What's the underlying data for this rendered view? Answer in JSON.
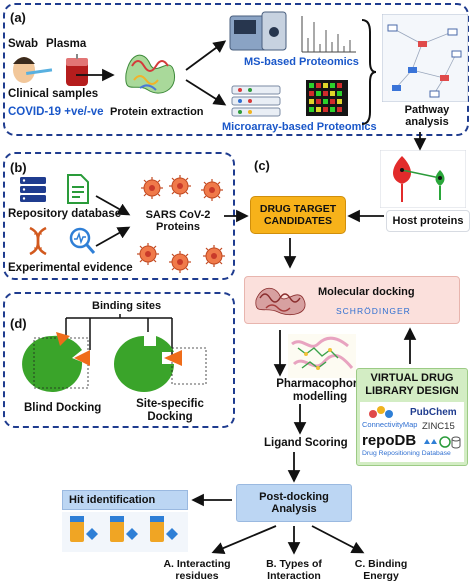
{
  "panels": {
    "a": "(a)",
    "b": "(b)",
    "c": "(c)",
    "d": "(d)"
  },
  "panel_a": {
    "swab": "Swab",
    "plasma": "Plasma",
    "clinical_samples": "Clinical samples",
    "covid_status": "COVID-19 +ve/-ve",
    "protein_extraction": "Protein extraction",
    "ms_proteomics": "MS-based Proteomics",
    "microarray_proteomics": "Microarray-based Proteomics",
    "pathway_analysis": "Pathway analysis"
  },
  "panel_b": {
    "repository_database": "Repository database",
    "experimental_evidence": "Experimental evidence",
    "sars_proteins": "SARS CoV-2 Proteins"
  },
  "panel_c": {
    "drug_target": "DRUG TARGET CANDIDATES",
    "host_proteins": "Host proteins",
    "molecular_docking": "Molecular docking",
    "schrodinger": "SCHRÖDINGER",
    "pharmacophore": "Pharmacophore modelling",
    "ligand_scoring": "Ligand Scoring",
    "post_docking": "Post-docking Analysis",
    "hit_identification": "Hit identification",
    "vdl_title": "VIRTUAL DRUG LIBRARY DESIGN",
    "connectivity_map": "ConnectivityMap",
    "pubchem": "PubChem",
    "zinc15": "ZINC15",
    "repodb": "repoDB",
    "repodb_sub": "Drug Repositioning Database",
    "outcome_a": "A. Interacting residues",
    "outcome_b": "B. Types of Interaction",
    "outcome_c": "C. Binding Energy"
  },
  "panel_d": {
    "binding_sites": "Binding sites",
    "blind_docking": "Blind Docking",
    "site_specific": "Site-specific Docking"
  },
  "colors": {
    "panel_border": "#1f3c8f",
    "accent_blue": "#1a57c9",
    "drug_target_fill": "#f7b21a",
    "molecular_docking_fill": "#fbe0dc",
    "post_docking_fill": "#bcd6f3",
    "vdl_fill": "#d3edc4",
    "pocket_green": "#3aa42a",
    "ligand_orange": "#ef6c1a"
  }
}
